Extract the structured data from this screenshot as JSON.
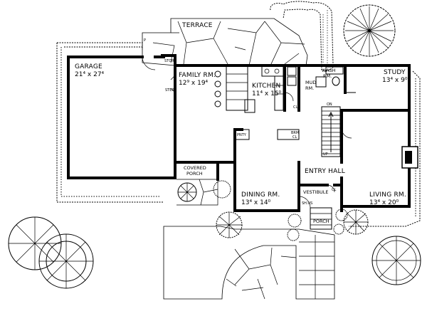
{
  "rooms": {
    "garage": {
      "name": "GARAGE",
      "dim": "21⁴ x 27⁴"
    },
    "family": {
      "name": "FAMILY RM.",
      "dim": "12⁹ x 19⁴"
    },
    "kitchen": {
      "name": "KITCHEN",
      "dim": "11⁴ x 15⁰"
    },
    "mud": {
      "name": "MUD",
      "name2": "RM."
    },
    "wash": {
      "name": "WASH",
      "name2": "RM."
    },
    "study": {
      "name": "STUDY",
      "dim": "13⁴ x 9⁰"
    },
    "dining": {
      "name": "DINING RM.",
      "dim": "13⁴ x 14⁰"
    },
    "living": {
      "name": "LIVING RM.",
      "dim": "13⁴ x 20⁰"
    },
    "entry": {
      "name": "ENTRY  HALL"
    },
    "vestibule": {
      "name": "VESTIBULE"
    },
    "porch": {
      "name": "PORCH"
    },
    "covered": {
      "name": "COVERED",
      "name2": "PORCH"
    },
    "terrace": {
      "name": "TERRACE"
    }
  },
  "small_labels": {
    "stor": "STOR",
    "step": "STEP",
    "p": "P",
    "cl": "CL.",
    "cl2": "CL",
    "shus": "SH.US",
    "on": "ON",
    "up": "UP",
    "pnty": "PNTY",
    "brm": "BRM",
    "brm2": "CL"
  }
}
